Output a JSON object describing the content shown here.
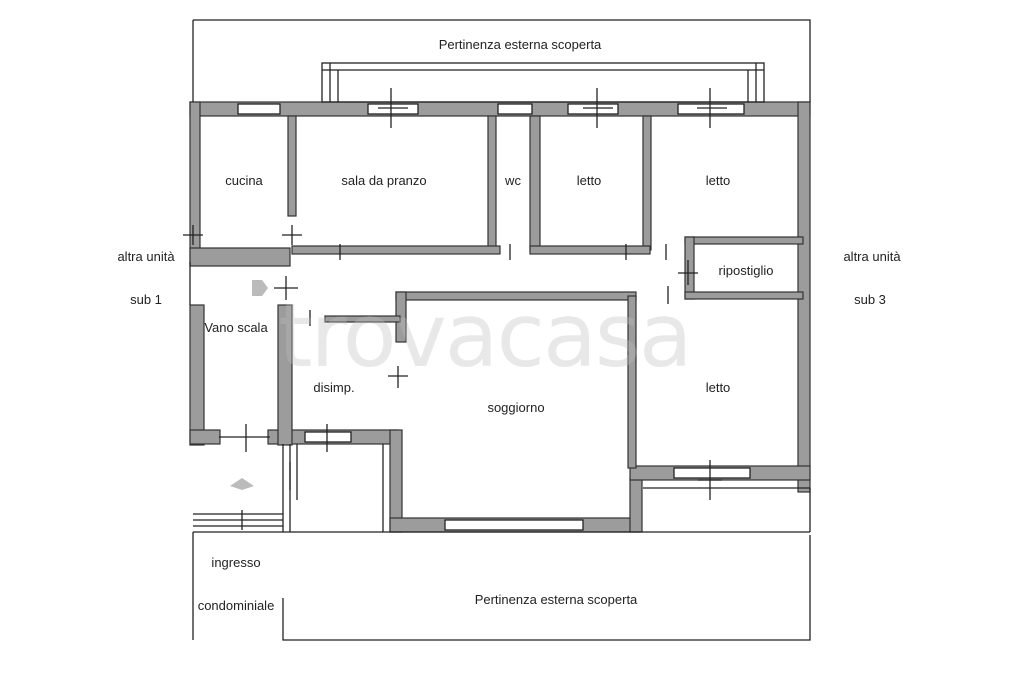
{
  "labels": {
    "top_area": "Pertinenza esterna scoperta",
    "bottom_area": "Pertinenza esterna scoperta",
    "left_unit": "altra unità",
    "left_sub": "sub 1",
    "right_unit": "altra unità",
    "right_sub": "sub 3",
    "entrance_1": "ingresso",
    "entrance_2": "condominiale"
  },
  "rooms": {
    "cucina": "cucina",
    "sala": "sala da pranzo",
    "wc": "wc",
    "letto1": "letto",
    "letto2": "letto",
    "ripostiglio": "ripostiglio",
    "vano_scala": "Vano scala",
    "disimp": "disimp.",
    "soggiorno": "soggiorno",
    "letto3": "letto"
  },
  "watermark": "trovacasa",
  "colors": {
    "wall": "#9c9c9c",
    "line": "#222222",
    "background": "#ffffff"
  }
}
